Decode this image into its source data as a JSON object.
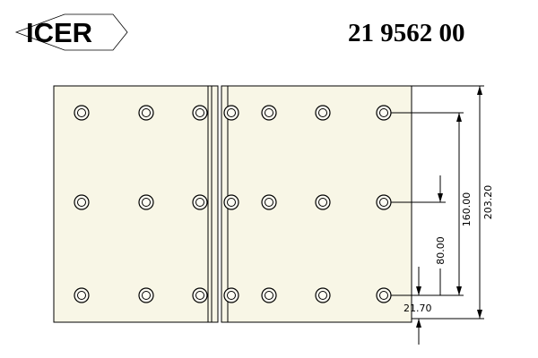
{
  "header": {
    "brand": "ICER",
    "part_number": "21 9562 00"
  },
  "dimensions": {
    "d1": "203.20",
    "d2": "160.00",
    "d3": "80.00",
    "d4": "21.70"
  },
  "colors": {
    "pad_fill": "#f8f6e6",
    "line": "#000000"
  }
}
